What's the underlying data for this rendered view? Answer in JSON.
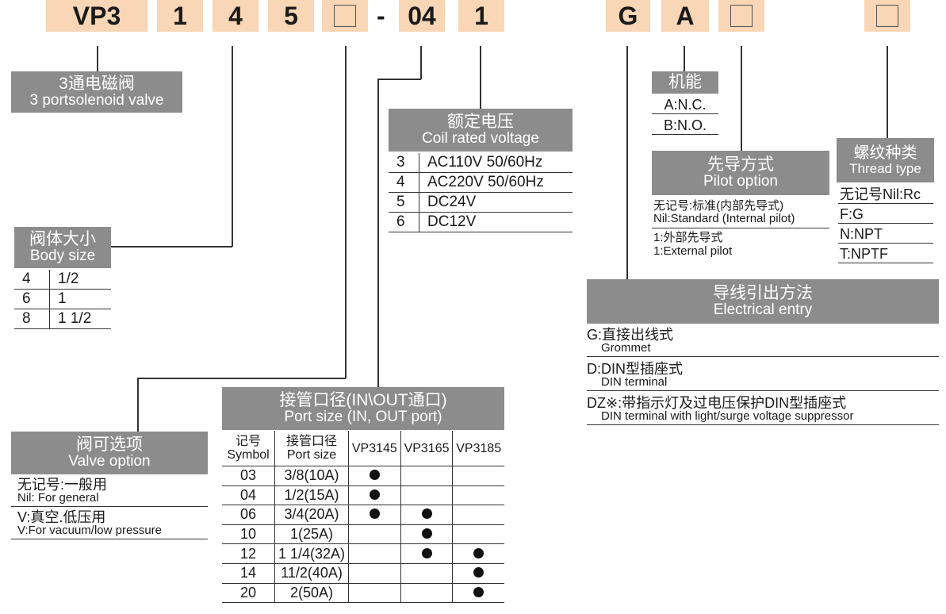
{
  "codes": [
    "VP3",
    "1",
    "4",
    "5",
    "",
    "-",
    "04",
    "1",
    "G",
    "A",
    "",
    ""
  ],
  "valve_type": {
    "zh": "3通电磁阀",
    "en": "3 portsolenoid valve"
  },
  "body_size": {
    "zh": "阀体大小",
    "en": "Body size",
    "rows": [
      [
        "4",
        "1/2"
      ],
      [
        "6",
        "1"
      ],
      [
        "8",
        "1 1/2"
      ]
    ]
  },
  "coil_voltage": {
    "zh": "额定电压",
    "en": "Coil rated voltage",
    "rows": [
      [
        "3",
        "AC110V 50/60Hz"
      ],
      [
        "4",
        "AC220V 50/60Hz"
      ],
      [
        "5",
        "DC24V"
      ],
      [
        "6",
        "DC12V"
      ]
    ]
  },
  "function": {
    "zh": "机能",
    "rows": [
      "A:N.C.",
      "B:N.O."
    ]
  },
  "pilot": {
    "zh": "先导方式",
    "en": "Pilot option",
    "rows": [
      {
        "zh": "无记号:标准(内部先导式)",
        "en": "Nil:Standard (Internal pilot)"
      },
      {
        "zh": "1:外部先导式",
        "en": "1:External pilot"
      }
    ]
  },
  "thread": {
    "zh": "螺纹种类",
    "en": "Thread type",
    "rows": [
      "无记号Nil:Rc",
      "F:G",
      "N:NPT",
      "T:NPTF"
    ]
  },
  "electrical": {
    "zh": "导线引出方法",
    "en": "Electrical entry",
    "rows": [
      {
        "zh": "G:直接出线式",
        "en": "Grommet"
      },
      {
        "zh": "D:DIN型插座式",
        "en": "DIN terminal"
      },
      {
        "zh": "DZ※:带指示灯及过电压保护DIN型插座式",
        "en": "DIN terminal with light/surge voltage suppressor"
      }
    ]
  },
  "valve_option": {
    "zh": "阀可选项",
    "en": "Valve option",
    "rows": [
      {
        "zh": "无记号:一般用",
        "en": "Nil: For general"
      },
      {
        "zh": "V:真空.低压用",
        "en": "V:For vacuum/low pressure"
      }
    ]
  },
  "port_size": {
    "zh": "接管口径(IN\\OUT通口)",
    "en": "Port size (IN, OUT port)",
    "headers": [
      {
        "zh": "记号",
        "en": "Symbol"
      },
      {
        "zh": "接管口径",
        "en": "Port size"
      },
      {
        "en": "VP3145"
      },
      {
        "en": "VP3165"
      },
      {
        "en": "VP3185"
      }
    ],
    "rows": [
      {
        "symbol": "03",
        "size": "3/8(10A)",
        "avail": [
          true,
          false,
          false
        ]
      },
      {
        "symbol": "04",
        "size": "1/2(15A)",
        "avail": [
          true,
          false,
          false
        ]
      },
      {
        "symbol": "06",
        "size": "3/4(20A)",
        "avail": [
          true,
          true,
          false
        ]
      },
      {
        "symbol": "10",
        "size": "1(25A)",
        "avail": [
          false,
          true,
          false
        ]
      },
      {
        "symbol": "12",
        "size": "1 1/4(32A)",
        "avail": [
          false,
          true,
          true
        ]
      },
      {
        "symbol": "14",
        "size": "11/2(40A)",
        "avail": [
          false,
          false,
          true
        ]
      },
      {
        "symbol": "20",
        "size": "2(50A)",
        "avail": [
          false,
          false,
          true
        ]
      }
    ]
  }
}
